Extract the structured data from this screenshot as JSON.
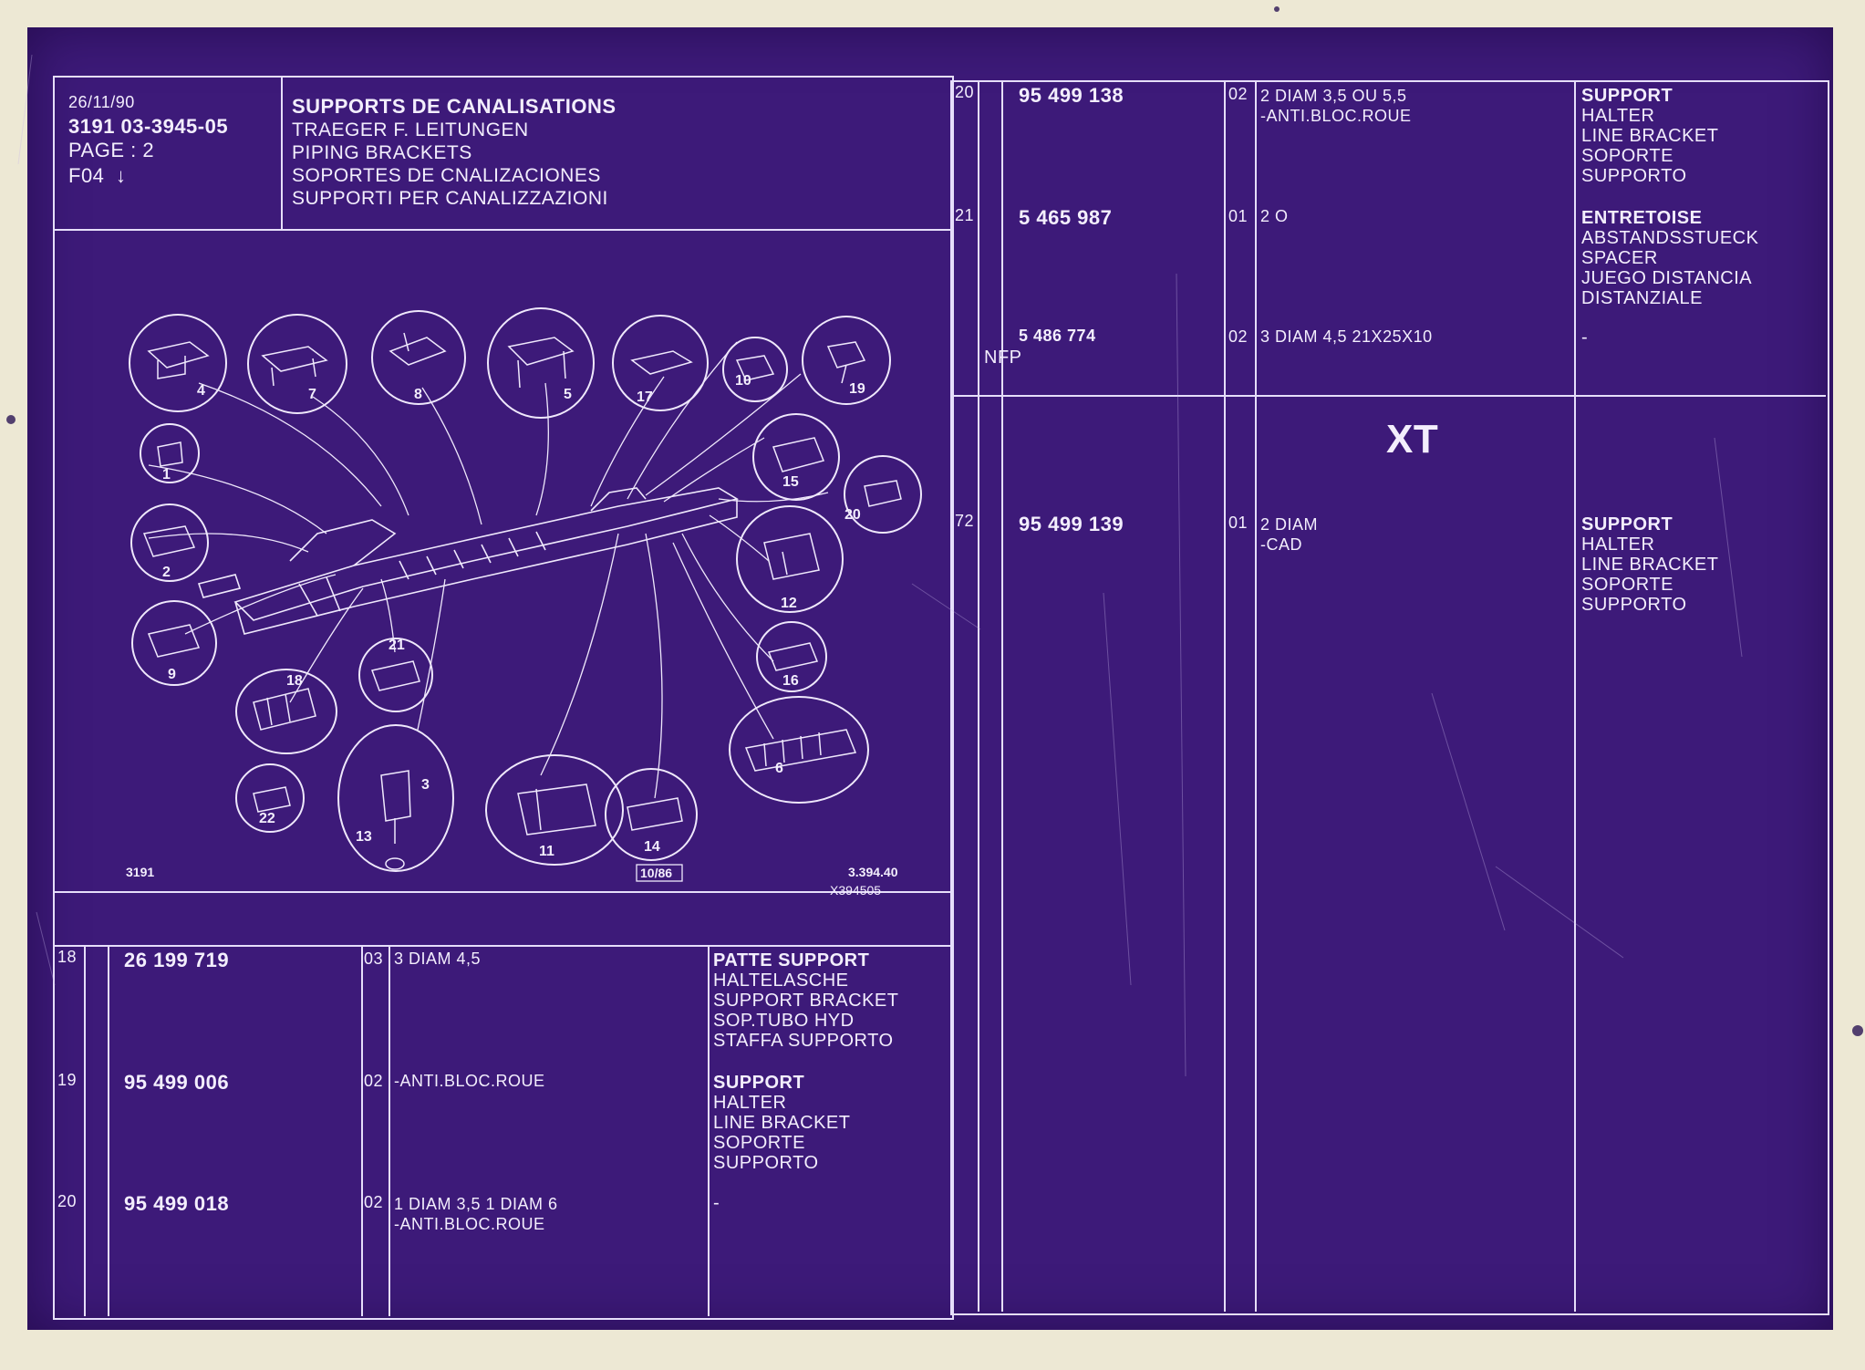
{
  "header": {
    "date": "26/11/90",
    "ref": "3191  03-3945-05",
    "page": "PAGE : 2",
    "fiche": "F04",
    "titles": [
      "SUPPORTS DE CANALISATIONS",
      "TRAEGER F. LEITUNGEN",
      "PIPING BRACKETS",
      "SOPORTES DE CNALIZACIONES",
      "SUPPORTI PER CANALIZZAZIONI"
    ]
  },
  "diagram": {
    "callouts": [
      "4",
      "7",
      "8",
      "5",
      "17",
      "10",
      "19",
      "1",
      "15",
      "20",
      "2",
      "12",
      "9",
      "21",
      "16",
      "18",
      "6",
      "3",
      "22",
      "13",
      "11",
      "14"
    ],
    "model_code": "3191",
    "edition": "10/86",
    "figure_ref": "3.394.40",
    "figure_code": "X394505"
  },
  "left_rows": [
    {
      "item": "18",
      "part": "26 199 719",
      "qty": "03",
      "spec": [
        "3 DIAM 4,5"
      ],
      "desc": [
        "PATTE SUPPORT",
        "HALTELASCHE",
        "SUPPORT BRACKET",
        "SOP.TUBO HYD",
        "STAFFA SUPPORTO"
      ]
    },
    {
      "item": "19",
      "part": "95 499 006",
      "qty": "02",
      "spec": [
        "-ANTI.BLOC.ROUE"
      ],
      "desc": [
        "SUPPORT",
        "HALTER",
        "LINE BRACKET",
        "SOPORTE",
        "SUPPORTO"
      ]
    },
    {
      "item": "20",
      "part": "95 499 018",
      "qty": "02",
      "spec": [
        "1 DIAM 3,5 1 DIAM 6",
        "-ANTI.BLOC.ROUE"
      ],
      "desc": [
        "-"
      ]
    }
  ],
  "right_rows": [
    {
      "item": "20",
      "part": "95 499 138",
      "qty": "02",
      "spec": [
        "2 DIAM 3,5 OU 5,5",
        "-ANTI.BLOC.ROUE"
      ],
      "desc": [
        "SUPPORT",
        "HALTER",
        "LINE BRACKET",
        "SOPORTE",
        "SUPPORTO"
      ]
    },
    {
      "item": "21",
      "part": "5 465 987",
      "qty": "01",
      "spec": [
        "2 O"
      ],
      "desc": [
        "ENTRETOISE",
        "ABSTANDSSTUECK",
        "SPACER",
        "JUEGO DISTANCIA",
        "DISTANZIALE"
      ]
    },
    {
      "item": "",
      "part": "5 486 774",
      "note": "NFP",
      "qty": "02",
      "spec": [
        "3 DIAM 4,5 21X25X10"
      ],
      "desc": [
        "-"
      ]
    },
    {
      "item": "72",
      "part": "95 499 139",
      "qty": "01",
      "spec": [
        "2 DIAM",
        "-CAD"
      ],
      "desc": [
        "SUPPORT",
        "HALTER",
        "LINE BRACKET",
        "SOPORTE",
        "SUPPORTO"
      ]
    }
  ],
  "section_marker": "XT",
  "colors": {
    "film": "#3d1a79",
    "ink": "#f3eefd",
    "border": "#ede8d4"
  }
}
